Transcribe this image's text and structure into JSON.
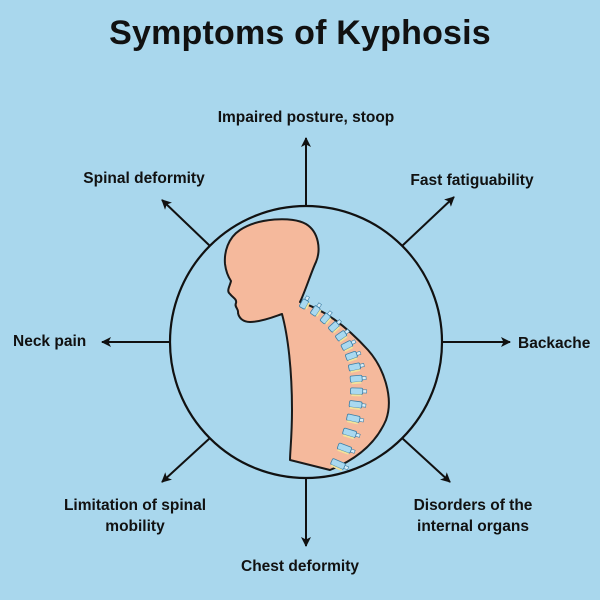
{
  "title": "Symptoms of Kyphosis",
  "symptoms": [
    "Impaired posture, stoop",
    "Fast fatiguability",
    "Backache",
    "Disorders of the internal organs",
    "Chest deformity",
    "Limitation of spinal mobility",
    "Neck pain",
    "Spinal deformity"
  ],
  "colors": {
    "background": "#a9d7ed",
    "skin": "#f5b99c",
    "vertebra": "#a9d9f0",
    "disc": "#f2e39b",
    "line": "#111111"
  }
}
